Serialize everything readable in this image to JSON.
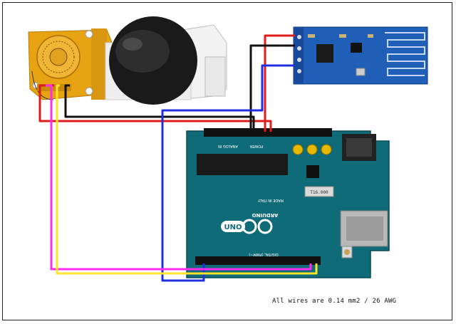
{
  "diagram": {
    "caption": "All wires are 0.14 mm2 / 26 AWG",
    "boards": {
      "arduino_brand": "ARDUINO",
      "arduino_model": "UNO",
      "arduino_made_in": "MADE IN ITALY",
      "arduino_digital_header": "DIGITAL (PWM~)",
      "arduino_analog_header": "ANALOG IN",
      "arduino_power_header": "POWER",
      "arduino_crystal": "T16.000"
    },
    "wire_colors": {
      "red": "#e01b1b",
      "black": "#111111",
      "blue": "#1f2fe0",
      "magenta": "#ff2cf0",
      "yellow": "#ffe52a"
    },
    "component_colors": {
      "arduino_pcb": "#0f6b78",
      "rf_module_pcb": "#1f5fb8",
      "joystick_pcb": "#e8a312",
      "joystick_cap": "#1a1a1a"
    }
  }
}
